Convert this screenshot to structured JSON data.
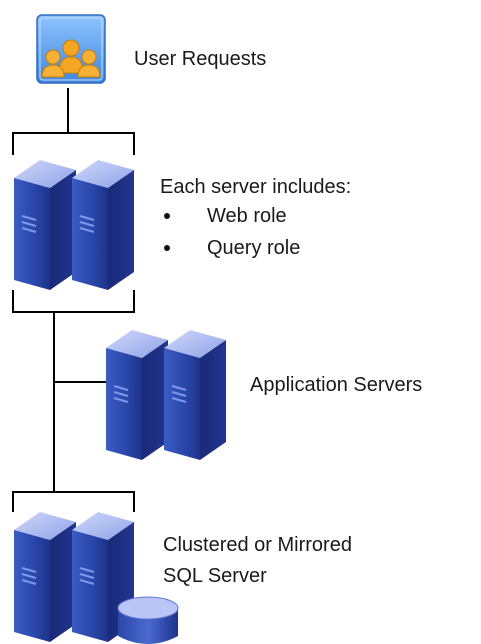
{
  "diagram": {
    "user_requests": {
      "label": "User Requests",
      "icon": "users-icon"
    },
    "web_query_servers": {
      "heading": "Each server includes:",
      "roles": [
        "Web role",
        "Query role"
      ],
      "icon": "server-pair-icon"
    },
    "application_servers": {
      "label": "Application Servers",
      "icon": "server-pair-icon"
    },
    "database_servers": {
      "label_line1": "Clustered or Mirrored",
      "label_line2": "SQL Server",
      "icon": "server-pair-database-icon"
    },
    "colors": {
      "server_front": "#2f4fb0",
      "server_side": "#1e2f85",
      "server_top": "#aab8f0",
      "users_bg": "#5b9be8",
      "users_people": "#f5a623",
      "lines": "#000000"
    }
  }
}
